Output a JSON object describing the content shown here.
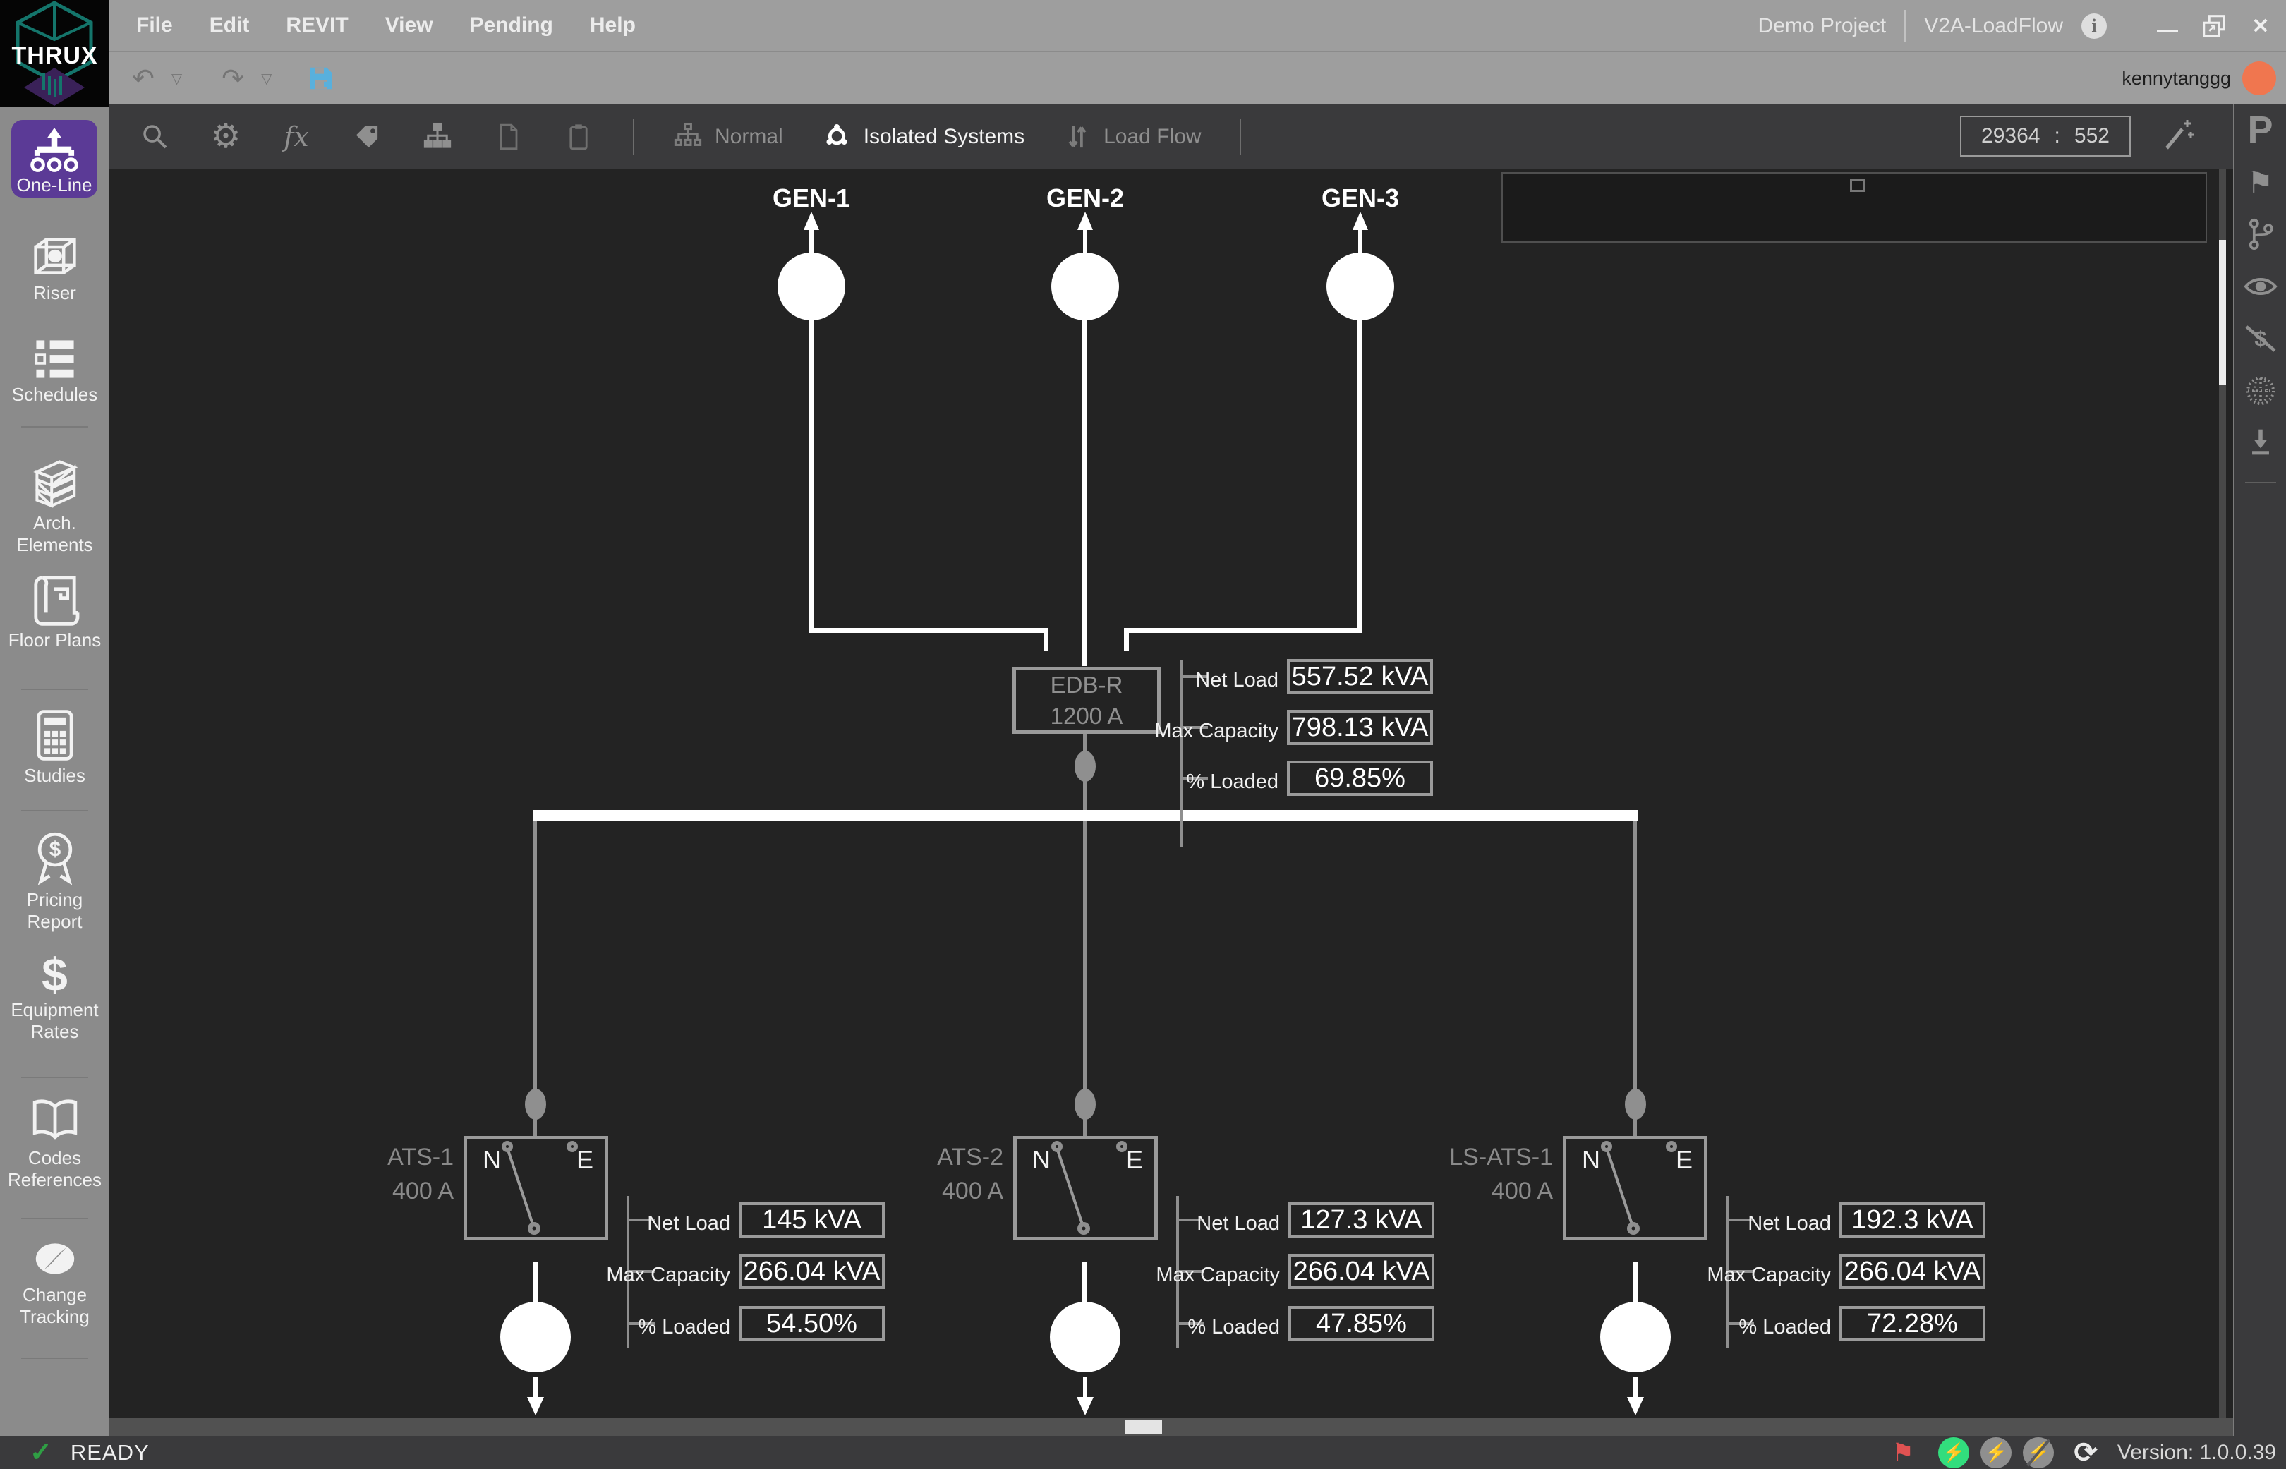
{
  "window": {
    "brand": "THRUX",
    "project": "Demo Project",
    "app": "V2A-LoadFlow",
    "user": "kennytanggg"
  },
  "menu": {
    "items": [
      "File",
      "Edit",
      "REVIT",
      "View",
      "Pending",
      "Help"
    ]
  },
  "toolbar": {
    "modes": {
      "normal": "Normal",
      "isolated": "Isolated Systems",
      "loadflow": "Load Flow"
    },
    "coord_x": "29364",
    "coord_sep": ":",
    "coord_y": "552"
  },
  "sidebar": {
    "items": [
      {
        "line1": "One-Line",
        "line2": ""
      },
      {
        "line1": "Riser",
        "line2": ""
      },
      {
        "line1": "Schedules",
        "line2": ""
      },
      {
        "line1": "Arch.",
        "line2": "Elements"
      },
      {
        "line1": "Floor Plans",
        "line2": ""
      },
      {
        "line1": "Studies",
        "line2": ""
      },
      {
        "line1": "Pricing",
        "line2": "Report"
      },
      {
        "line1": "Equipment",
        "line2": "Rates"
      },
      {
        "line1": "Codes",
        "line2": "References"
      },
      {
        "line1": "Change",
        "line2": "Tracking"
      }
    ]
  },
  "diagram": {
    "generators": [
      {
        "name": "GEN-1"
      },
      {
        "name": "GEN-2"
      },
      {
        "name": "GEN-3"
      }
    ],
    "edb": {
      "name": "EDB-R",
      "rating": "1200 A",
      "net_load": "557.52 kVA",
      "max_capacity": "798.13 kVA",
      "pct_loaded": "69.85%"
    },
    "labels": {
      "net_load": "Net Load",
      "max_capacity": "Max Capacity",
      "pct_loaded": "% Loaded",
      "normal_terminal": "N",
      "emergency_terminal": "E"
    },
    "ats": [
      {
        "name": "ATS-1",
        "rating": "400 A",
        "net_load": "145 kVA",
        "max_capacity": "266.04 kVA",
        "pct_loaded": "54.50%"
      },
      {
        "name": "ATS-2",
        "rating": "400 A",
        "net_load": "127.3 kVA",
        "max_capacity": "266.04 kVA",
        "pct_loaded": "47.85%"
      },
      {
        "name": "LS-ATS-1",
        "rating": "400 A",
        "net_load": "192.3 kVA",
        "max_capacity": "266.04 kVA",
        "pct_loaded": "72.28%"
      }
    ]
  },
  "status": {
    "ready": "READY",
    "version": "Version: 1.0.0.39"
  },
  "glyphs": {
    "undo": "↶",
    "redo": "↷",
    "dropdown": "▽",
    "check": "✓",
    "flag": "⚑",
    "bolt": "⚡",
    "sync": "⟳",
    "close": "✕",
    "minimize": "—",
    "info": "i",
    "fx": "fx",
    "p": "P",
    "gear": "⚙",
    "dollar": "$"
  },
  "colors": {
    "accent_purple": "#5b3a96",
    "save_blue": "#58b0dd",
    "avatar_orange": "#f0764f",
    "ready_green": "#2f9e44",
    "bolt_green": "#32dd7d",
    "flag_red": "#e05252"
  }
}
